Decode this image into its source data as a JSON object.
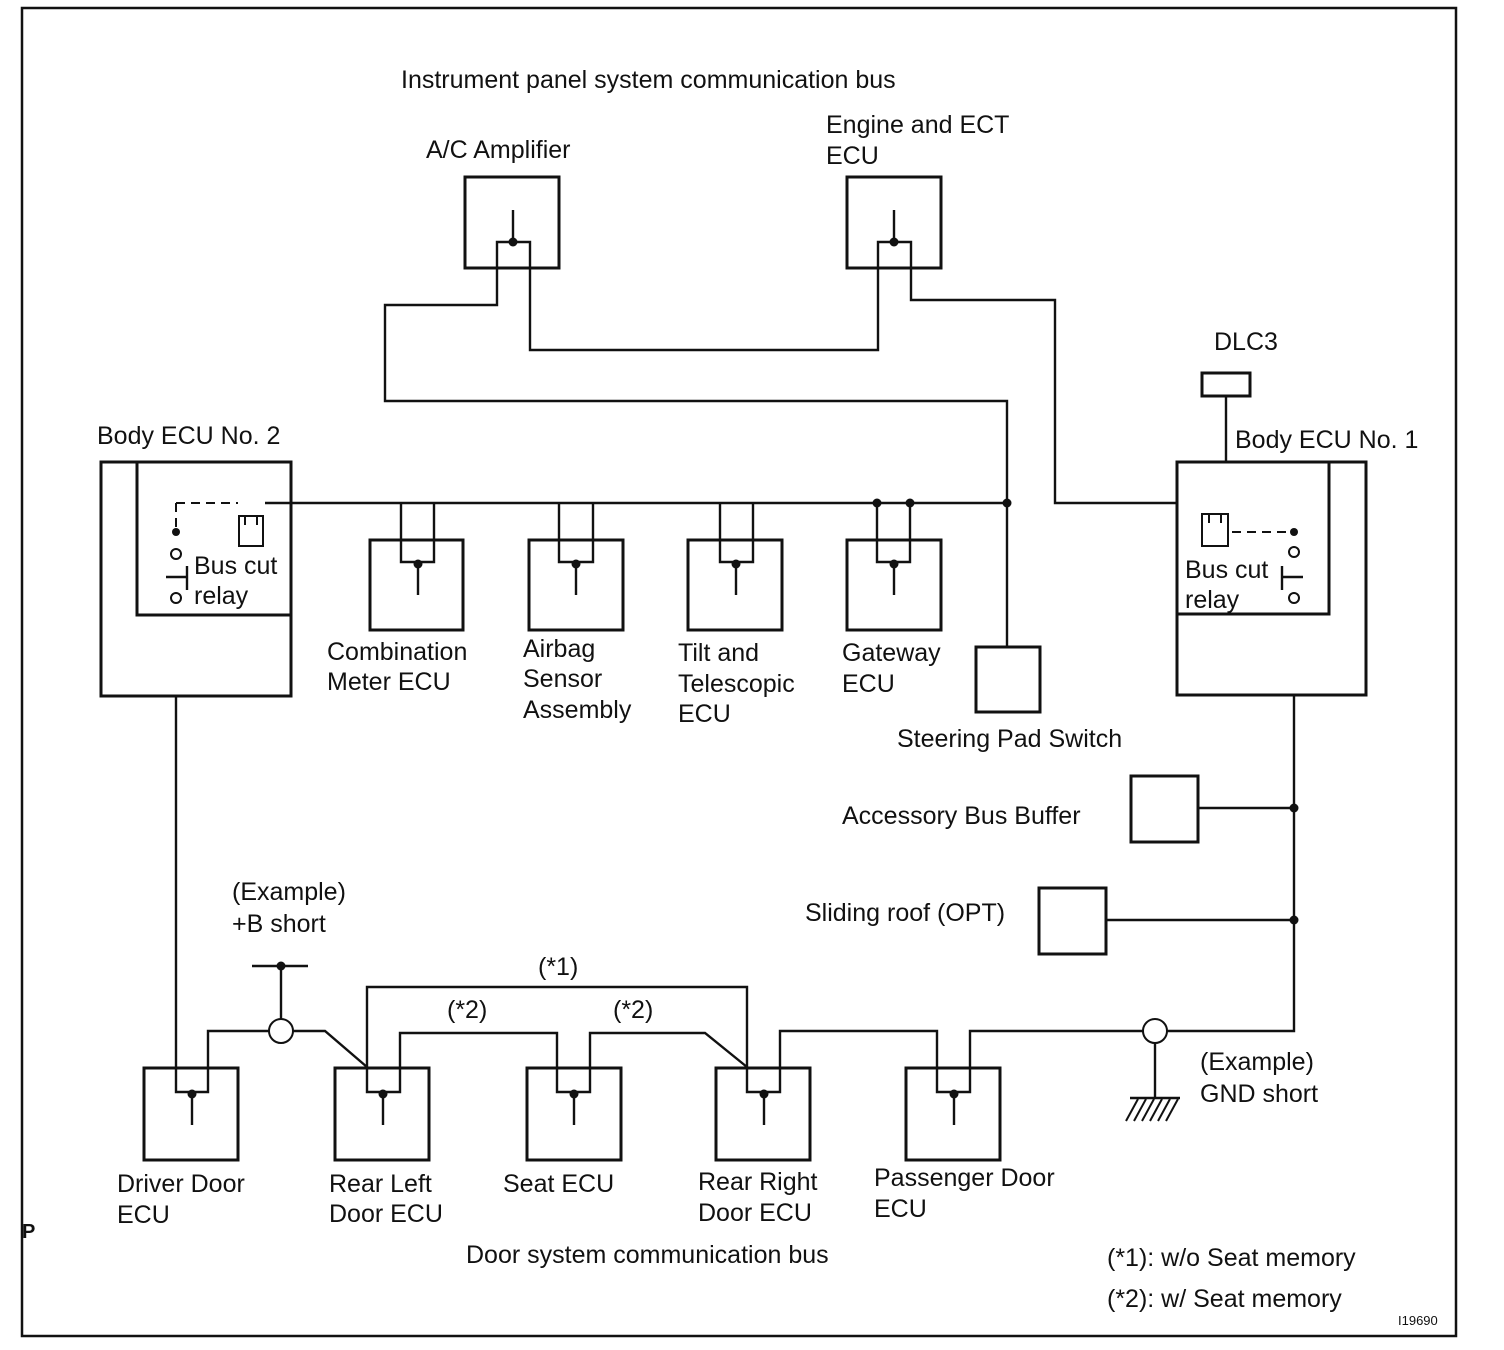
{
  "titles": {
    "instrument_bus": "Instrument panel system communication bus",
    "door_bus": "Door system communication bus"
  },
  "components": {
    "ac_amplifier": "A/C Amplifier",
    "engine_ecu_line1": "Engine and ECT",
    "engine_ecu_line2": "ECU",
    "dlc3": "DLC3",
    "body_ecu_2": "Body ECU No. 2",
    "body_ecu_1": "Body ECU No. 1",
    "relay_left_line1": "Bus cut",
    "relay_left_line2": "relay",
    "relay_right_line1": "Bus cut",
    "relay_right_line2": "relay",
    "combination_meter_line1": "Combination",
    "combination_meter_line2": "Meter ECU",
    "airbag_line1": "Airbag",
    "airbag_line2": "Sensor",
    "airbag_line3": "Assembly",
    "tilt_line1": "Tilt and",
    "tilt_line2": "Telescopic",
    "tilt_line3": "ECU",
    "gateway_line1": "Gateway",
    "gateway_line2": "ECU",
    "steering_pad": "Steering Pad Switch",
    "accessory_bus_buffer": "Accessory Bus Buffer",
    "sliding_roof": "Sliding roof (OPT)",
    "driver_door_line1": "Driver Door",
    "driver_door_line2": "ECU",
    "rear_left_line1": "Rear Left",
    "rear_left_line2": "Door ECU",
    "seat_ecu": "Seat ECU",
    "rear_right_line1": "Rear Right",
    "rear_right_line2": "Door ECU",
    "passenger_door_line1": "Passenger Door",
    "passenger_door_line2": "ECU"
  },
  "annotations": {
    "b_short_line1": "(Example)",
    "b_short_line2": "+B short",
    "gnd_short_line1": "(Example)",
    "gnd_short_line2": "GND short",
    "mark_1": "(*1)",
    "mark_2a": "(*2)",
    "mark_2b": "(*2)"
  },
  "legend": {
    "note_1": "(*1): w/o Seat memory",
    "note_2": "(*2): w/ Seat memory"
  },
  "corner_marks": {
    "left": "P",
    "figure_id": "I19690"
  }
}
